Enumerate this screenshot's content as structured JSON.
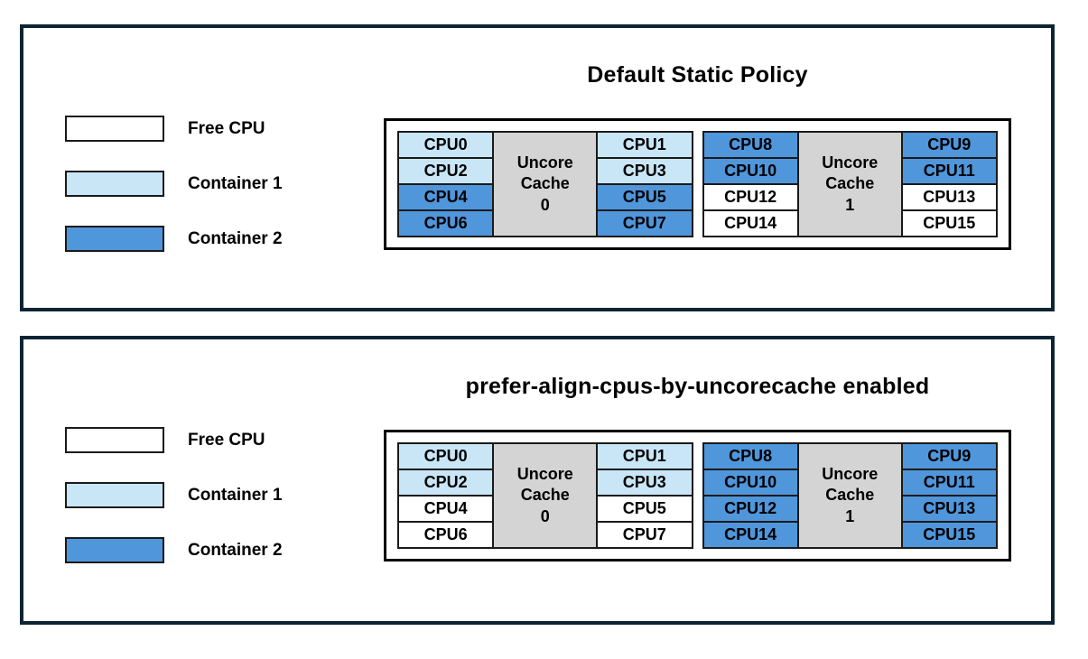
{
  "colors": {
    "free_cpu": "#ffffff",
    "container1": "#c9e6f7",
    "container2": "#4f96db",
    "uncore_bg": "#d4d4d4",
    "panel_border": "#0c2433"
  },
  "legend": {
    "items": [
      {
        "label": "Free CPU",
        "fill": "#ffffff"
      },
      {
        "label": "Container 1",
        "fill": "#c9e6f7"
      },
      {
        "label": "Container 2",
        "fill": "#4f96db"
      }
    ]
  },
  "panels": [
    {
      "title": "Default Static Policy",
      "groups": [
        {
          "uncore_label_lines": [
            "Uncore",
            "Cache",
            "0"
          ],
          "left_cpus": [
            {
              "label": "CPU0",
              "assignment": "Container 1",
              "fill": "#c9e6f7"
            },
            {
              "label": "CPU2",
              "assignment": "Container 1",
              "fill": "#c9e6f7"
            },
            {
              "label": "CPU4",
              "assignment": "Container 2",
              "fill": "#4f96db"
            },
            {
              "label": "CPU6",
              "assignment": "Container 2",
              "fill": "#4f96db"
            }
          ],
          "right_cpus": [
            {
              "label": "CPU1",
              "assignment": "Container 1",
              "fill": "#c9e6f7"
            },
            {
              "label": "CPU3",
              "assignment": "Container 1",
              "fill": "#c9e6f7"
            },
            {
              "label": "CPU5",
              "assignment": "Container 2",
              "fill": "#4f96db"
            },
            {
              "label": "CPU7",
              "assignment": "Container 2",
              "fill": "#4f96db"
            }
          ]
        },
        {
          "uncore_label_lines": [
            "Uncore",
            "Cache",
            "1"
          ],
          "left_cpus": [
            {
              "label": "CPU8",
              "assignment": "Container 2",
              "fill": "#4f96db"
            },
            {
              "label": "CPU10",
              "assignment": "Container 2",
              "fill": "#4f96db"
            },
            {
              "label": "CPU12",
              "assignment": "Free CPU",
              "fill": "#ffffff"
            },
            {
              "label": "CPU14",
              "assignment": "Free CPU",
              "fill": "#ffffff"
            }
          ],
          "right_cpus": [
            {
              "label": "CPU9",
              "assignment": "Container 2",
              "fill": "#4f96db"
            },
            {
              "label": "CPU11",
              "assignment": "Container 2",
              "fill": "#4f96db"
            },
            {
              "label": "CPU13",
              "assignment": "Free CPU",
              "fill": "#ffffff"
            },
            {
              "label": "CPU15",
              "assignment": "Free CPU",
              "fill": "#ffffff"
            }
          ]
        }
      ]
    },
    {
      "title": "prefer-align-cpus-by-uncorecache enabled",
      "groups": [
        {
          "uncore_label_lines": [
            "Uncore",
            "Cache",
            "0"
          ],
          "left_cpus": [
            {
              "label": "CPU0",
              "assignment": "Container 1",
              "fill": "#c9e6f7"
            },
            {
              "label": "CPU2",
              "assignment": "Container 1",
              "fill": "#c9e6f7"
            },
            {
              "label": "CPU4",
              "assignment": "Free CPU",
              "fill": "#ffffff"
            },
            {
              "label": "CPU6",
              "assignment": "Free CPU",
              "fill": "#ffffff"
            }
          ],
          "right_cpus": [
            {
              "label": "CPU1",
              "assignment": "Container 1",
              "fill": "#c9e6f7"
            },
            {
              "label": "CPU3",
              "assignment": "Container 1",
              "fill": "#c9e6f7"
            },
            {
              "label": "CPU5",
              "assignment": "Free CPU",
              "fill": "#ffffff"
            },
            {
              "label": "CPU7",
              "assignment": "Free CPU",
              "fill": "#ffffff"
            }
          ]
        },
        {
          "uncore_label_lines": [
            "Uncore",
            "Cache",
            "1"
          ],
          "left_cpus": [
            {
              "label": "CPU8",
              "assignment": "Container 2",
              "fill": "#4f96db"
            },
            {
              "label": "CPU10",
              "assignment": "Container 2",
              "fill": "#4f96db"
            },
            {
              "label": "CPU12",
              "assignment": "Container 2",
              "fill": "#4f96db"
            },
            {
              "label": "CPU14",
              "assignment": "Container 2",
              "fill": "#4f96db"
            }
          ],
          "right_cpus": [
            {
              "label": "CPU9",
              "assignment": "Container 2",
              "fill": "#4f96db"
            },
            {
              "label": "CPU11",
              "assignment": "Container 2",
              "fill": "#4f96db"
            },
            {
              "label": "CPU13",
              "assignment": "Container 2",
              "fill": "#4f96db"
            },
            {
              "label": "CPU15",
              "assignment": "Container 2",
              "fill": "#4f96db"
            }
          ]
        }
      ]
    }
  ]
}
